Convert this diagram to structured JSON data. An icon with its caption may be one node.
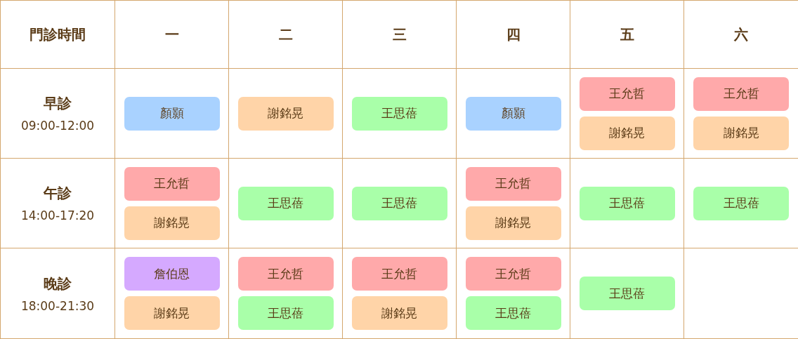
{
  "diagram": {
    "nodes": [
      {
        "text": [
          "顏顥"
        ]
      },
      {
        "text": [
          "謝銘晃"
        ]
      },
      {
        "text": [
          "王思蓓"
        ]
      },
      {
        "text": [
          "顏顥"
        ]
      },
      {
        "text": [
          "王允哲"
        ]
      },
      {
        "text": [
          "謝銘晃"
        ]
      },
      {
        "text": [
          "王允哲"
        ]
      },
      {
        "text": [
          "謝銘晃"
        ]
      },
      {
        "text": [
          "王允哲"
        ]
      },
      {
        "text": [
          "謝銘晃"
        ]
      },
      {
        "text": [
          "王思蓓"
        ]
      },
      {
        "text": [
          "王思蓓"
        ]
      },
      {
        "text": [
          "王允哲"
        ]
      },
      {
        "text": [
          "謝銘晃"
        ]
      },
      {
        "text": [
          "王思蓓"
        ]
      },
      {
        "text": [
          "王思蓓"
        ]
      },
      {
        "text": [
          "詹伯恩"
        ]
      },
      {
        "text": [
          "謝銘晃"
        ]
      },
      {
        "text": [
          "王允哲"
        ]
      },
      {
        "text": [
          "王思蓓"
        ]
      },
      {
        "text": [
          "王允哲"
        ]
      },
      {
        "text": [
          "謝銘晃"
        ]
      },
      {
        "text": [
          "王允哲"
        ]
      },
      {
        "text": [
          "王思蓓"
        ]
      },
      {
        "text": [
          "王思蓓"
        ]
      }
    ],
    "labels": [
      "門診時間",
      "一",
      "二",
      "三",
      "四",
      "五",
      "六",
      "早診",
      "09:00-12:00",
      "午診",
      "14:00-17:20",
      "晚診",
      "18:00-21:30"
    ]
  }
}
